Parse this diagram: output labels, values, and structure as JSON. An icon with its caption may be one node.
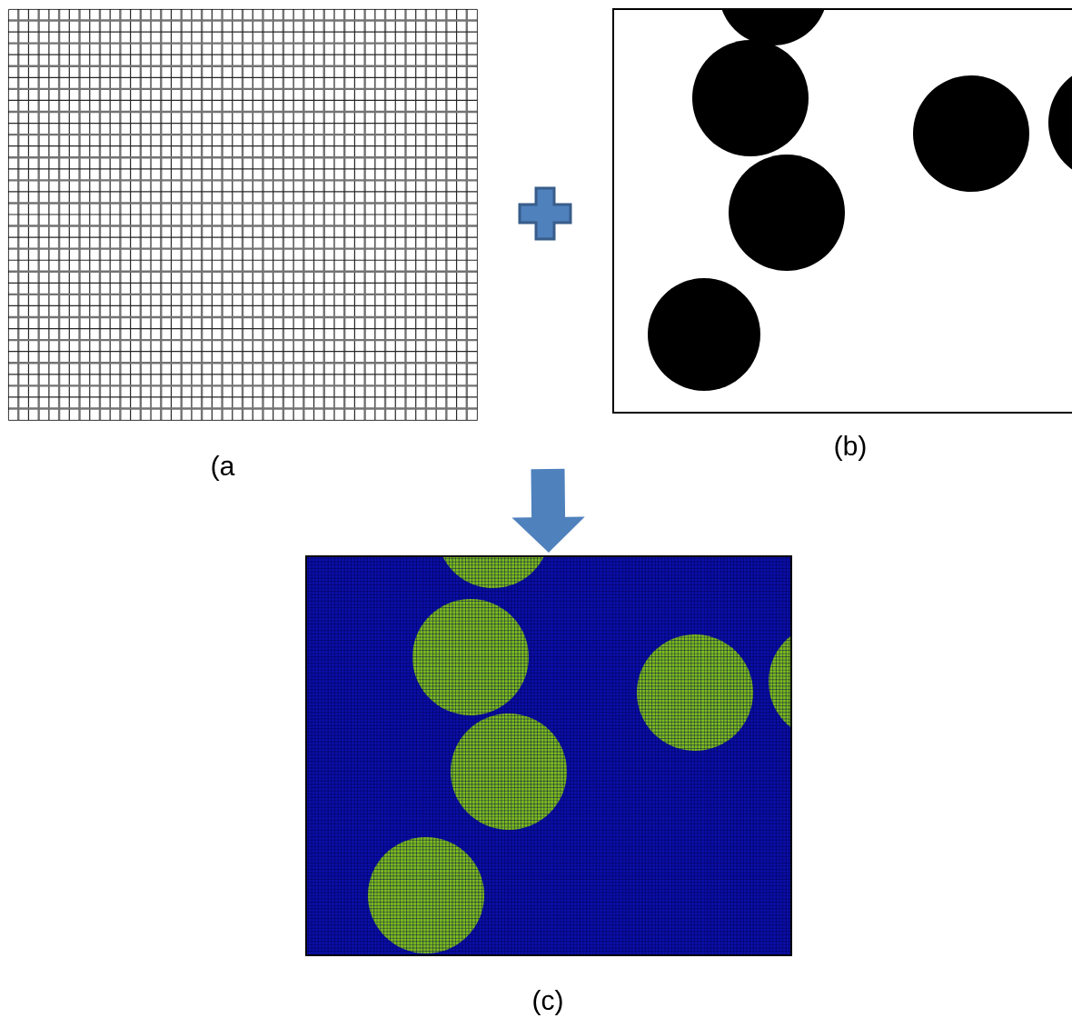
{
  "diagram": {
    "nodes": [
      {
        "text": [],
        "shape": "box",
        "beside": [
          "(a"
        ]
      },
      {
        "text": [],
        "shape": "picture",
        "beside": [
          "(b)"
        ]
      },
      {
        "text": [],
        "shape": "picture",
        "beside": [
          "(c)"
        ]
      }
    ],
    "edges": [
      {
        "from": null,
        "to": 2,
        "arrow": "to"
      }
    ]
  }
}
